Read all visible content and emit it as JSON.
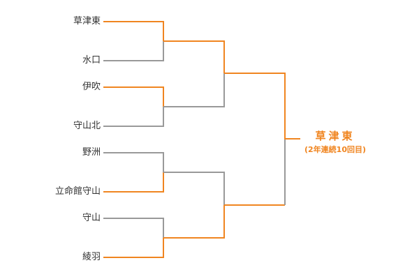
{
  "colors": {
    "winner": "#f08520",
    "loser": "#999999",
    "text": "#333333"
  },
  "teams": [
    "草津東",
    "水口",
    "伊吹",
    "守山北",
    "野洲",
    "立命館守山",
    "守山",
    "綾羽"
  ],
  "champion": {
    "name": "草津東",
    "note": "(2年連続10回目)"
  }
}
